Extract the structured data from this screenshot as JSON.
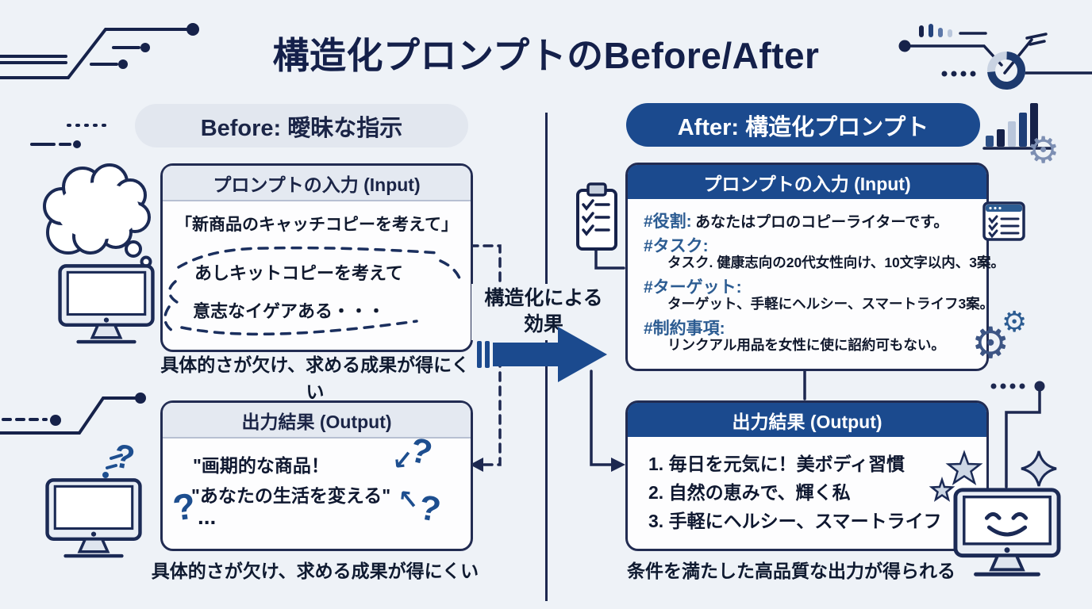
{
  "page": {
    "title": "構造化プロンプトのBefore/After"
  },
  "before": {
    "label": "Before: 曖昧な指示",
    "input": {
      "header": "プロンプトの入力 (Input)",
      "prompt": "「新商品のキャッチコピーを考えて」",
      "thought1": "あしキットコピーを考えて",
      "thought2": "意志なイゲアある・・・"
    },
    "input_caption": "具体的さが欠け、求める成果が得にくい",
    "output": {
      "header": "出力結果 (Output)",
      "line1": "\"画期的な商品！",
      "line2": "\"あなたの生活を変える\"",
      "line3": "...",
      "qmark": "?",
      "arrow_down_left": "↙",
      "arrow_up_left": "↖"
    },
    "output_caption": "具体的さが欠け、求める成果が得にくい"
  },
  "transform": {
    "line1": "構造化による",
    "line2": "効果"
  },
  "after": {
    "label": "After: 構造化プロンプト",
    "input": {
      "header": "プロンプトの入力 (Input)",
      "items": [
        {
          "tag": "#役割:",
          "text": "あなたはプロのコピーライターです。"
        },
        {
          "tag": "#タスク:",
          "text": "タスク. 健康志向の20代女性向け、10文字以内、3案。"
        },
        {
          "tag": "#ターゲット:",
          "text": "ターゲット、手軽にヘルシー、スマートライフ3案。"
        },
        {
          "tag": "#制約事項:",
          "text": "リンクアル用品を女性に使に詔約可もない。"
        }
      ]
    },
    "output": {
      "header": "出力結果 (Output)",
      "items": [
        "1. 毎日を元気に！美ボディ習慣",
        "2. 自然の恵みで、輝く私",
        "3. 手軽にヘルシー、スマートライフ"
      ]
    },
    "output_caption": "条件を満たした高品質な出力が得られる"
  },
  "icons": {
    "gear": "⚙"
  },
  "colors": {
    "background": "#eef2f7",
    "navy": "#16224a",
    "accent_blue": "#1b4a8e",
    "steel_blue": "#2c5c92",
    "light_header": "#e4e9f1",
    "question_blue": "#1d4e8f"
  }
}
